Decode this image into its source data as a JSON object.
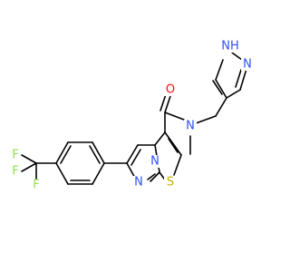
{
  "colors": {
    "background": "#ffffff",
    "bond": "#000000",
    "O": "#ff0d0d",
    "N": "#3050f8",
    "S": "#c6b000",
    "F": "#90e050",
    "H": "#3050f8"
  },
  "atoms": [
    {
      "id": "O1",
      "label": "O",
      "element": "O"
    },
    {
      "id": "N_amide",
      "label": "N",
      "element": "N"
    },
    {
      "id": "N_bridge",
      "label": "N",
      "element": "N"
    },
    {
      "id": "N_imid",
      "label": "N",
      "element": "N"
    },
    {
      "id": "S1",
      "label": "S",
      "element": "S"
    },
    {
      "id": "NH_pyr",
      "label": "NH",
      "element": "N"
    },
    {
      "id": "N_pyr",
      "label": "N",
      "element": "N"
    },
    {
      "id": "F1",
      "label": "F",
      "element": "F"
    },
    {
      "id": "F2",
      "label": "F",
      "element": "F"
    },
    {
      "id": "F3",
      "label": "F",
      "element": "F"
    }
  ]
}
